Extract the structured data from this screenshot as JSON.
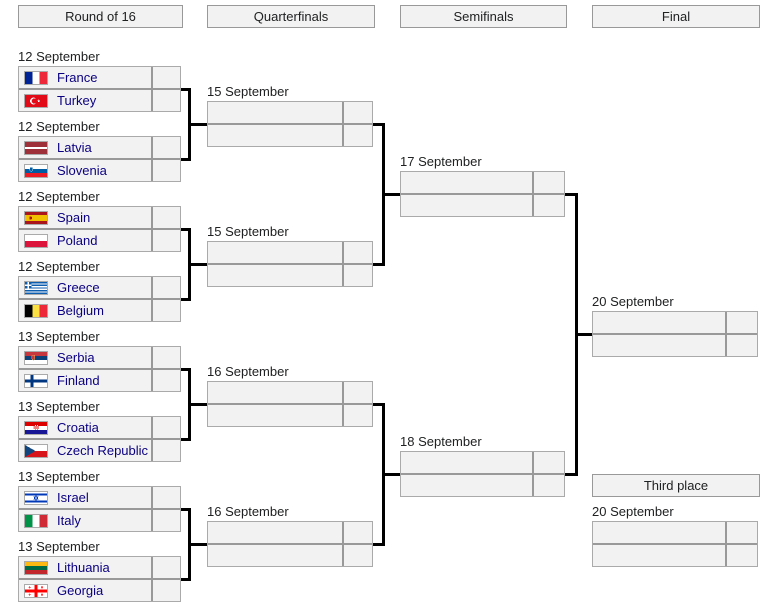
{
  "colors": {
    "box_background": "#f2f2f2",
    "box_border": "#aaaaaa",
    "divider": "#999999",
    "connector": "#000000",
    "team_link": "#0b0080",
    "text": "#202122"
  },
  "headers": [
    {
      "label": "Round of 16"
    },
    {
      "label": "Quarterfinals"
    },
    {
      "label": "Semifinals"
    },
    {
      "label": "Final"
    }
  ],
  "rounds": {
    "round_of_16": {
      "matches": [
        {
          "date": "12 September",
          "home": {
            "name": "France",
            "flag": "france",
            "score": ""
          },
          "away": {
            "name": "Turkey",
            "flag": "turkey",
            "score": ""
          }
        },
        {
          "date": "12 September",
          "home": {
            "name": "Latvia",
            "flag": "latvia",
            "score": ""
          },
          "away": {
            "name": "Slovenia",
            "flag": "slovenia",
            "score": ""
          }
        },
        {
          "date": "12 September",
          "home": {
            "name": "Spain",
            "flag": "spain",
            "score": ""
          },
          "away": {
            "name": "Poland",
            "flag": "poland",
            "score": ""
          }
        },
        {
          "date": "12 September",
          "home": {
            "name": "Greece",
            "flag": "greece",
            "score": ""
          },
          "away": {
            "name": "Belgium",
            "flag": "belgium",
            "score": ""
          }
        },
        {
          "date": "13 September",
          "home": {
            "name": "Serbia",
            "flag": "serbia",
            "score": ""
          },
          "away": {
            "name": "Finland",
            "flag": "finland",
            "score": ""
          }
        },
        {
          "date": "13 September",
          "home": {
            "name": "Croatia",
            "flag": "croatia",
            "score": ""
          },
          "away": {
            "name": "Czech Republic",
            "flag": "czech-republic",
            "score": ""
          }
        },
        {
          "date": "13 September",
          "home": {
            "name": "Israel",
            "flag": "israel",
            "score": ""
          },
          "away": {
            "name": "Italy",
            "flag": "italy",
            "score": ""
          }
        },
        {
          "date": "13 September",
          "home": {
            "name": "Lithuania",
            "flag": "lithuania",
            "score": ""
          },
          "away": {
            "name": "Georgia",
            "flag": "georgia",
            "score": ""
          }
        }
      ]
    },
    "quarterfinals": {
      "matches": [
        {
          "date": "15 September",
          "home": {
            "name": "",
            "flag": "",
            "score": ""
          },
          "away": {
            "name": "",
            "flag": "",
            "score": ""
          }
        },
        {
          "date": "15 September",
          "home": {
            "name": "",
            "flag": "",
            "score": ""
          },
          "away": {
            "name": "",
            "flag": "",
            "score": ""
          }
        },
        {
          "date": "16 September",
          "home": {
            "name": "",
            "flag": "",
            "score": ""
          },
          "away": {
            "name": "",
            "flag": "",
            "score": ""
          }
        },
        {
          "date": "16 September",
          "home": {
            "name": "",
            "flag": "",
            "score": ""
          },
          "away": {
            "name": "",
            "flag": "",
            "score": ""
          }
        }
      ]
    },
    "semifinals": {
      "matches": [
        {
          "date": "17 September",
          "home": {
            "name": "",
            "flag": "",
            "score": ""
          },
          "away": {
            "name": "",
            "flag": "",
            "score": ""
          }
        },
        {
          "date": "18 September",
          "home": {
            "name": "",
            "flag": "",
            "score": ""
          },
          "away": {
            "name": "",
            "flag": "",
            "score": ""
          }
        }
      ]
    },
    "final": {
      "matches": [
        {
          "date": "20 September",
          "home": {
            "name": "",
            "flag": "",
            "score": ""
          },
          "away": {
            "name": "",
            "flag": "",
            "score": ""
          }
        }
      ]
    },
    "third_place": {
      "header_label": "Third place",
      "matches": [
        {
          "date": "20 September",
          "home": {
            "name": "",
            "flag": "",
            "score": ""
          },
          "away": {
            "name": "",
            "flag": "",
            "score": ""
          }
        }
      ]
    }
  }
}
